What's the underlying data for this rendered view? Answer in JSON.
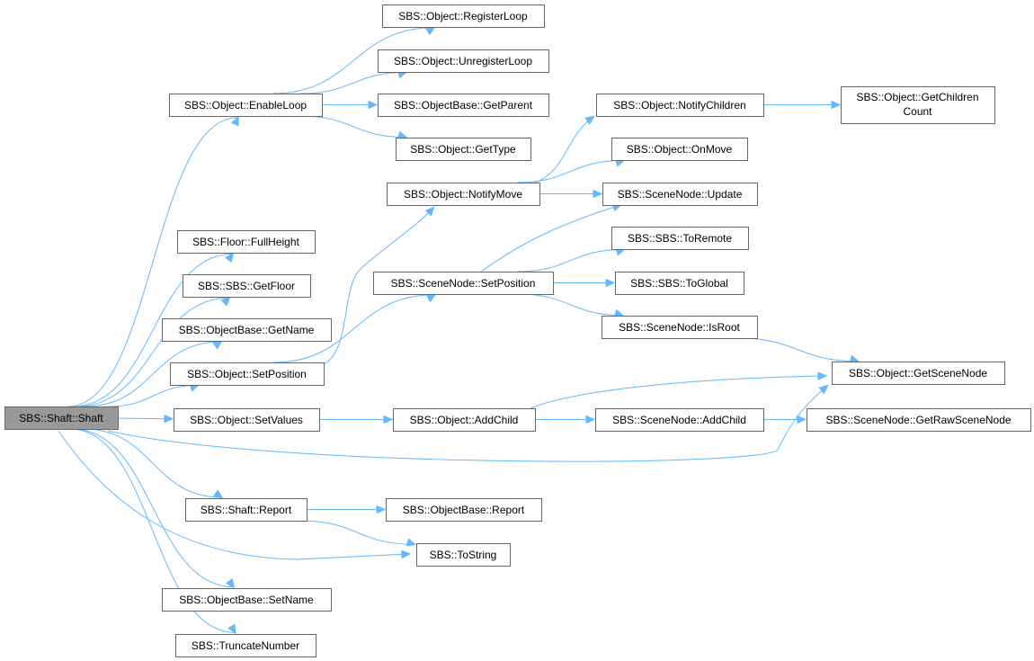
{
  "diagram": {
    "colors": {
      "edge": "#63b8ff",
      "node_border": "#666666",
      "root_fill": "#999999",
      "node_fill": "#ffffff"
    },
    "nodes": [
      {
        "id": "shaft",
        "label": "SBS::Shaft::Shaft",
        "root": true
      },
      {
        "id": "enableloop",
        "label": "SBS::Object::EnableLoop"
      },
      {
        "id": "registerloop",
        "label": "SBS::Object::RegisterLoop"
      },
      {
        "id": "unregisterloop",
        "label": "SBS::Object::UnregisterLoop"
      },
      {
        "id": "getparent",
        "label": "SBS::ObjectBase::GetParent"
      },
      {
        "id": "gettype",
        "label": "SBS::Object::GetType"
      },
      {
        "id": "fullheight",
        "label": "SBS::Floor::FullHeight"
      },
      {
        "id": "getfloor",
        "label": "SBS::SBS::GetFloor"
      },
      {
        "id": "getname",
        "label": "SBS::ObjectBase::GetName"
      },
      {
        "id": "setposition",
        "label": "SBS::Object::SetPosition"
      },
      {
        "id": "notifymove",
        "label": "SBS::Object::NotifyMove"
      },
      {
        "id": "notifychildren",
        "label": "SBS::Object::NotifyChildren"
      },
      {
        "id": "getchildrencount",
        "label": "SBS::Object::GetChildren",
        "label2": "Count"
      },
      {
        "id": "onmove",
        "label": "SBS::Object::OnMove"
      },
      {
        "id": "scenenodeupdate",
        "label": "SBS::SceneNode::Update"
      },
      {
        "id": "scenenodesetposition",
        "label": "SBS::SceneNode::SetPosition"
      },
      {
        "id": "toremote",
        "label": "SBS::SBS::ToRemote"
      },
      {
        "id": "toglobal",
        "label": "SBS::SBS::ToGlobal"
      },
      {
        "id": "isroot",
        "label": "SBS::SceneNode::IsRoot"
      },
      {
        "id": "getscenenode",
        "label": "SBS::Object::GetSceneNode"
      },
      {
        "id": "setvalues",
        "label": "SBS::Object::SetValues"
      },
      {
        "id": "addchild",
        "label": "SBS::Object::AddChild"
      },
      {
        "id": "scenenodeaddchild",
        "label": "SBS::SceneNode::AddChild"
      },
      {
        "id": "getrawscenenode",
        "label": "SBS::SceneNode::GetRawSceneNode"
      },
      {
        "id": "shaftreport",
        "label": "SBS::Shaft::Report"
      },
      {
        "id": "objectbasereport",
        "label": "SBS::ObjectBase::Report"
      },
      {
        "id": "tostring",
        "label": "SBS::ToString"
      },
      {
        "id": "setname",
        "label": "SBS::ObjectBase::SetName"
      },
      {
        "id": "truncatenumber",
        "label": "SBS::TruncateNumber"
      }
    ],
    "edges": [
      [
        "shaft",
        "enableloop"
      ],
      [
        "shaft",
        "fullheight"
      ],
      [
        "shaft",
        "getfloor"
      ],
      [
        "shaft",
        "getname"
      ],
      [
        "shaft",
        "setposition"
      ],
      [
        "shaft",
        "setvalues"
      ],
      [
        "shaft",
        "getscenenode"
      ],
      [
        "shaft",
        "shaftreport"
      ],
      [
        "shaft",
        "tostring"
      ],
      [
        "shaft",
        "setname"
      ],
      [
        "shaft",
        "truncatenumber"
      ],
      [
        "enableloop",
        "registerloop"
      ],
      [
        "enableloop",
        "unregisterloop"
      ],
      [
        "enableloop",
        "getparent"
      ],
      [
        "enableloop",
        "gettype"
      ],
      [
        "setposition",
        "notifymove"
      ],
      [
        "setposition",
        "scenenodesetposition"
      ],
      [
        "notifymove",
        "notifychildren"
      ],
      [
        "notifymove",
        "onmove"
      ],
      [
        "notifymove",
        "scenenodeupdate"
      ],
      [
        "notifychildren",
        "getchildrencount"
      ],
      [
        "scenenodesetposition",
        "scenenodeupdate"
      ],
      [
        "scenenodesetposition",
        "toremote"
      ],
      [
        "scenenodesetposition",
        "toglobal"
      ],
      [
        "scenenodesetposition",
        "isroot"
      ],
      [
        "isroot",
        "getscenenode"
      ],
      [
        "setvalues",
        "addchild"
      ],
      [
        "addchild",
        "getscenenode"
      ],
      [
        "addchild",
        "scenenodeaddchild"
      ],
      [
        "scenenodeaddchild",
        "getrawscenenode"
      ],
      [
        "shaftreport",
        "objectbasereport"
      ],
      [
        "shaftreport",
        "tostring"
      ]
    ]
  }
}
